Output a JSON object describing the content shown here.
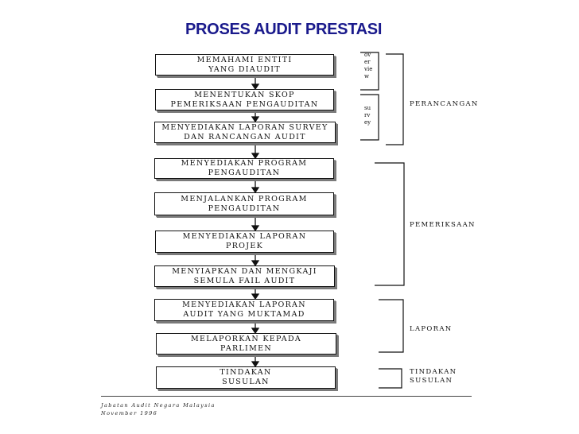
{
  "title": "PROSES AUDIT PRESTASI",
  "steps": [
    "MEMAHAMI  ENTITI\nYANG  DIAUDIT",
    "MENENTUKAN  SKOP\nPEMERIKSAAN  PENGAUDITAN",
    "MENYEDIAKAN  LAPORAN  SURVEY\nDAN  RANCANGAN  AUDIT",
    "MENYEDIAKAN  PROGRAM\nPENGAUDITAN",
    "MENJALANKAN  PROGRAM\nPENGAUDITAN",
    "MENYEDIAKAN  LAPORAN\nPROJEK",
    "MENYIAPKAN  DAN  MENGKAJI\nSEMULA  FAIL  AUDIT",
    "MENYEDIAKAN  LAPORAN\nAUDIT  YANG  MUKTAMAD",
    "MELAPORKAN  KEPADA\nPARLIMEN",
    "TINDAKAN\nSUSULAN"
  ],
  "side_notes": {
    "overview": "ov\ner\nvie\nw",
    "survey": "su\nrv\ney"
  },
  "phases": {
    "perancangan": "PERANCANGAN",
    "pemeriksaan": "PEMERIKSAAN",
    "laporan": "LAPORAN",
    "tindakan_susulan": "TINDAKAN\nSUSULAN"
  },
  "footer": "Jabatan  Audit  Negara  Malaysia\nNovember  1996"
}
